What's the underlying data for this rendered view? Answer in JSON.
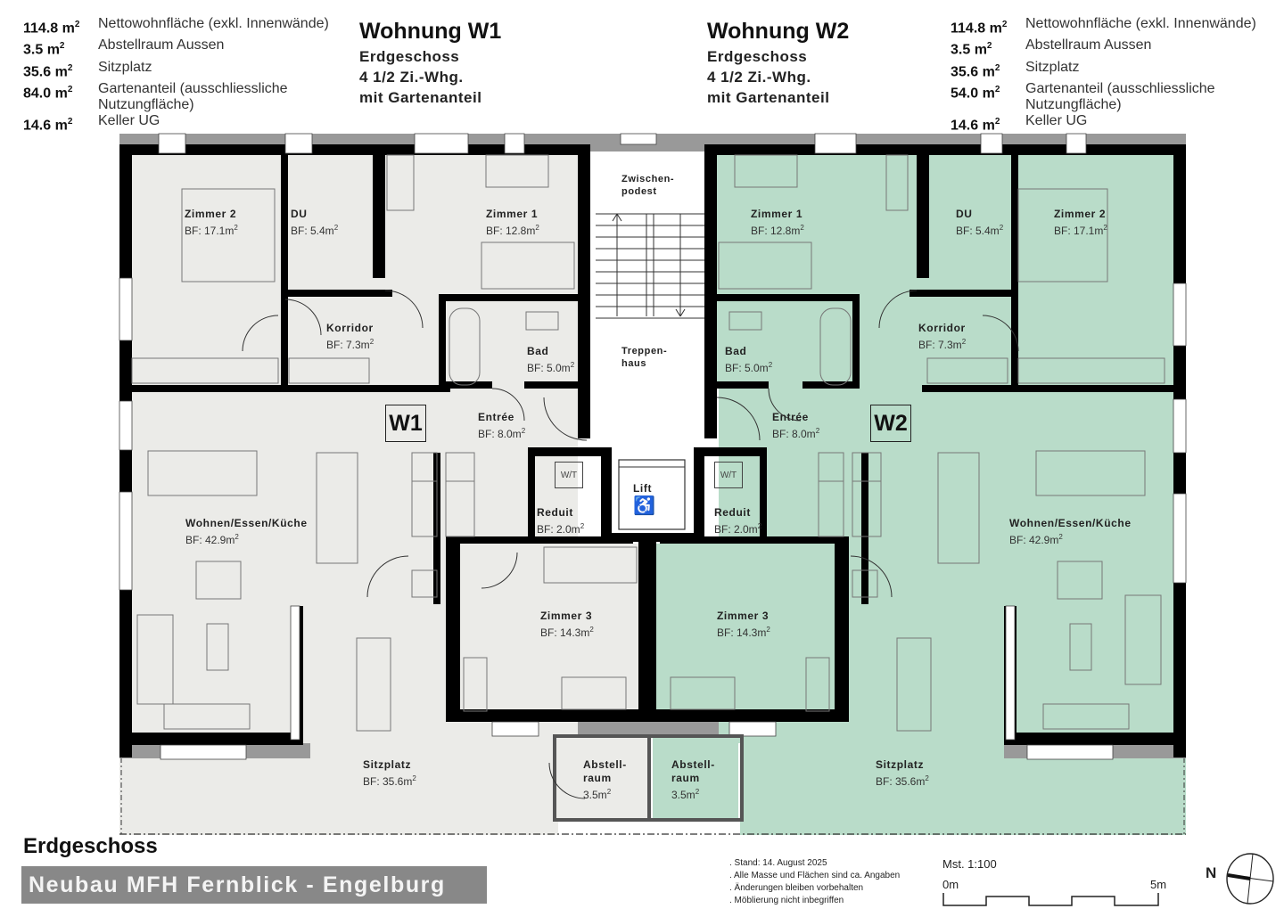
{
  "w1_areas": [
    {
      "value": "114.8 m",
      "sup": "2",
      "label": "Nettowohnfläche (exkl. Innenwände)"
    },
    {
      "value": "3.5 m",
      "sup": "2",
      "label": "Abstellraum Aussen"
    },
    {
      "value": "35.6 m",
      "sup": "2",
      "label": "Sitzplatz"
    },
    {
      "value": "84.0 m",
      "sup": "2",
      "label": "Gartenanteil (ausschliessliche Nutzungfläche)"
    },
    {
      "value": "14.6 m",
      "sup": "2",
      "label": "Keller UG"
    }
  ],
  "w2_areas": [
    {
      "value": "114.8 m",
      "sup": "2",
      "label": "Nettowohnfläche (exkl. Innenwände)"
    },
    {
      "value": "3.5 m",
      "sup": "2",
      "label": "Abstellraum Aussen"
    },
    {
      "value": "35.6 m",
      "sup": "2",
      "label": "Sitzplatz"
    },
    {
      "value": "54.0 m",
      "sup": "2",
      "label": "Gartenanteil (ausschliessliche Nutzungfläche)"
    },
    {
      "value": "14.6 m",
      "sup": "2",
      "label": "Keller UG"
    }
  ],
  "w1_header": {
    "title": "Wohnung W1",
    "floor": "Erdgeschoss",
    "type": "4 1/2 Zi.-Whg.",
    "extra": "mit Gartenanteil"
  },
  "w2_header": {
    "title": "Wohnung W2",
    "floor": "Erdgeschoss",
    "type": "4 1/2 Zi.-Whg.",
    "extra": "mit Gartenanteil"
  },
  "colors": {
    "w1_fill": "#ebebe8",
    "w2_fill": "#b9dcc9",
    "wall": "#000000",
    "outer_wall": "#999999",
    "project_bar": "#888888"
  },
  "rooms_w1": {
    "zimmer2": {
      "name": "Zimmer 2",
      "area": "BF: 17.1m",
      "sup": "2"
    },
    "du": {
      "name": "DU",
      "area": "BF: 5.4m",
      "sup": "2"
    },
    "zimmer1": {
      "name": "Zimmer 1",
      "area": "BF: 12.8m",
      "sup": "2"
    },
    "korridor": {
      "name": "Korridor",
      "area": "BF: 7.3m",
      "sup": "2"
    },
    "bad": {
      "name": "Bad",
      "area": "BF: 5.0m",
      "sup": "2"
    },
    "entree": {
      "name": "Entrée",
      "area": "BF: 8.0m",
      "sup": "2"
    },
    "wohnen": {
      "name": "Wohnen/Essen/Küche",
      "area": "BF: 42.9m",
      "sup": "2"
    },
    "reduit": {
      "name": "Reduit",
      "area": "BF: 2.0m",
      "sup": "2",
      "appliance": "W/T"
    },
    "zimmer3": {
      "name": "Zimmer 3",
      "area": "BF: 14.3m",
      "sup": "2"
    },
    "sitzplatz": {
      "name": "Sitzplatz",
      "area": "BF: 35.6m",
      "sup": "2"
    },
    "abstell": {
      "name1": "Abstell-",
      "name2": "raum",
      "area": "3.5m",
      "sup": "2"
    },
    "tag": "W1"
  },
  "rooms_w2": {
    "zimmer1": {
      "name": "Zimmer 1",
      "area": "BF: 12.8m",
      "sup": "2"
    },
    "du": {
      "name": "DU",
      "area": "BF: 5.4m",
      "sup": "2"
    },
    "zimmer2": {
      "name": "Zimmer 2",
      "area": "BF: 17.1m",
      "sup": "2"
    },
    "bad": {
      "name": "Bad",
      "area": "BF: 5.0m",
      "sup": "2"
    },
    "korridor": {
      "name": "Korridor",
      "area": "BF: 7.3m",
      "sup": "2"
    },
    "entree": {
      "name": "Entrée",
      "area": "BF: 8.0m",
      "sup": "2"
    },
    "wohnen": {
      "name": "Wohnen/Essen/Küche",
      "area": "BF: 42.9m",
      "sup": "2"
    },
    "reduit": {
      "name": "Reduit",
      "area": "BF: 2.0m",
      "sup": "2",
      "appliance": "W/T"
    },
    "zimmer3": {
      "name": "Zimmer 3",
      "area": "BF: 14.3m",
      "sup": "2"
    },
    "sitzplatz": {
      "name": "Sitzplatz",
      "area": "BF: 35.6m",
      "sup": "2"
    },
    "abstell": {
      "name1": "Abstell-",
      "name2": "raum",
      "area": "3.5m",
      "sup": "2"
    },
    "tag": "W2"
  },
  "core": {
    "zwischenpodest": [
      "Zwischen-",
      "podest"
    ],
    "treppenhaus": [
      "Treppen-",
      "haus"
    ],
    "lift": "Lift"
  },
  "footer": {
    "floor_title": "Erdgeschoss",
    "project": "Neubau MFH Fernblick - Engelburg",
    "notes": [
      ". Stand: 14. August 2025",
      ". Alle Masse und Flächen sind ca. Angaben",
      ". Änderungen bleiben vorbehalten",
      ". Möblierung nicht inbegriffen"
    ],
    "scale": "Mst. 1:100",
    "scale_start": "0m",
    "scale_end": "5m",
    "north": "N"
  }
}
